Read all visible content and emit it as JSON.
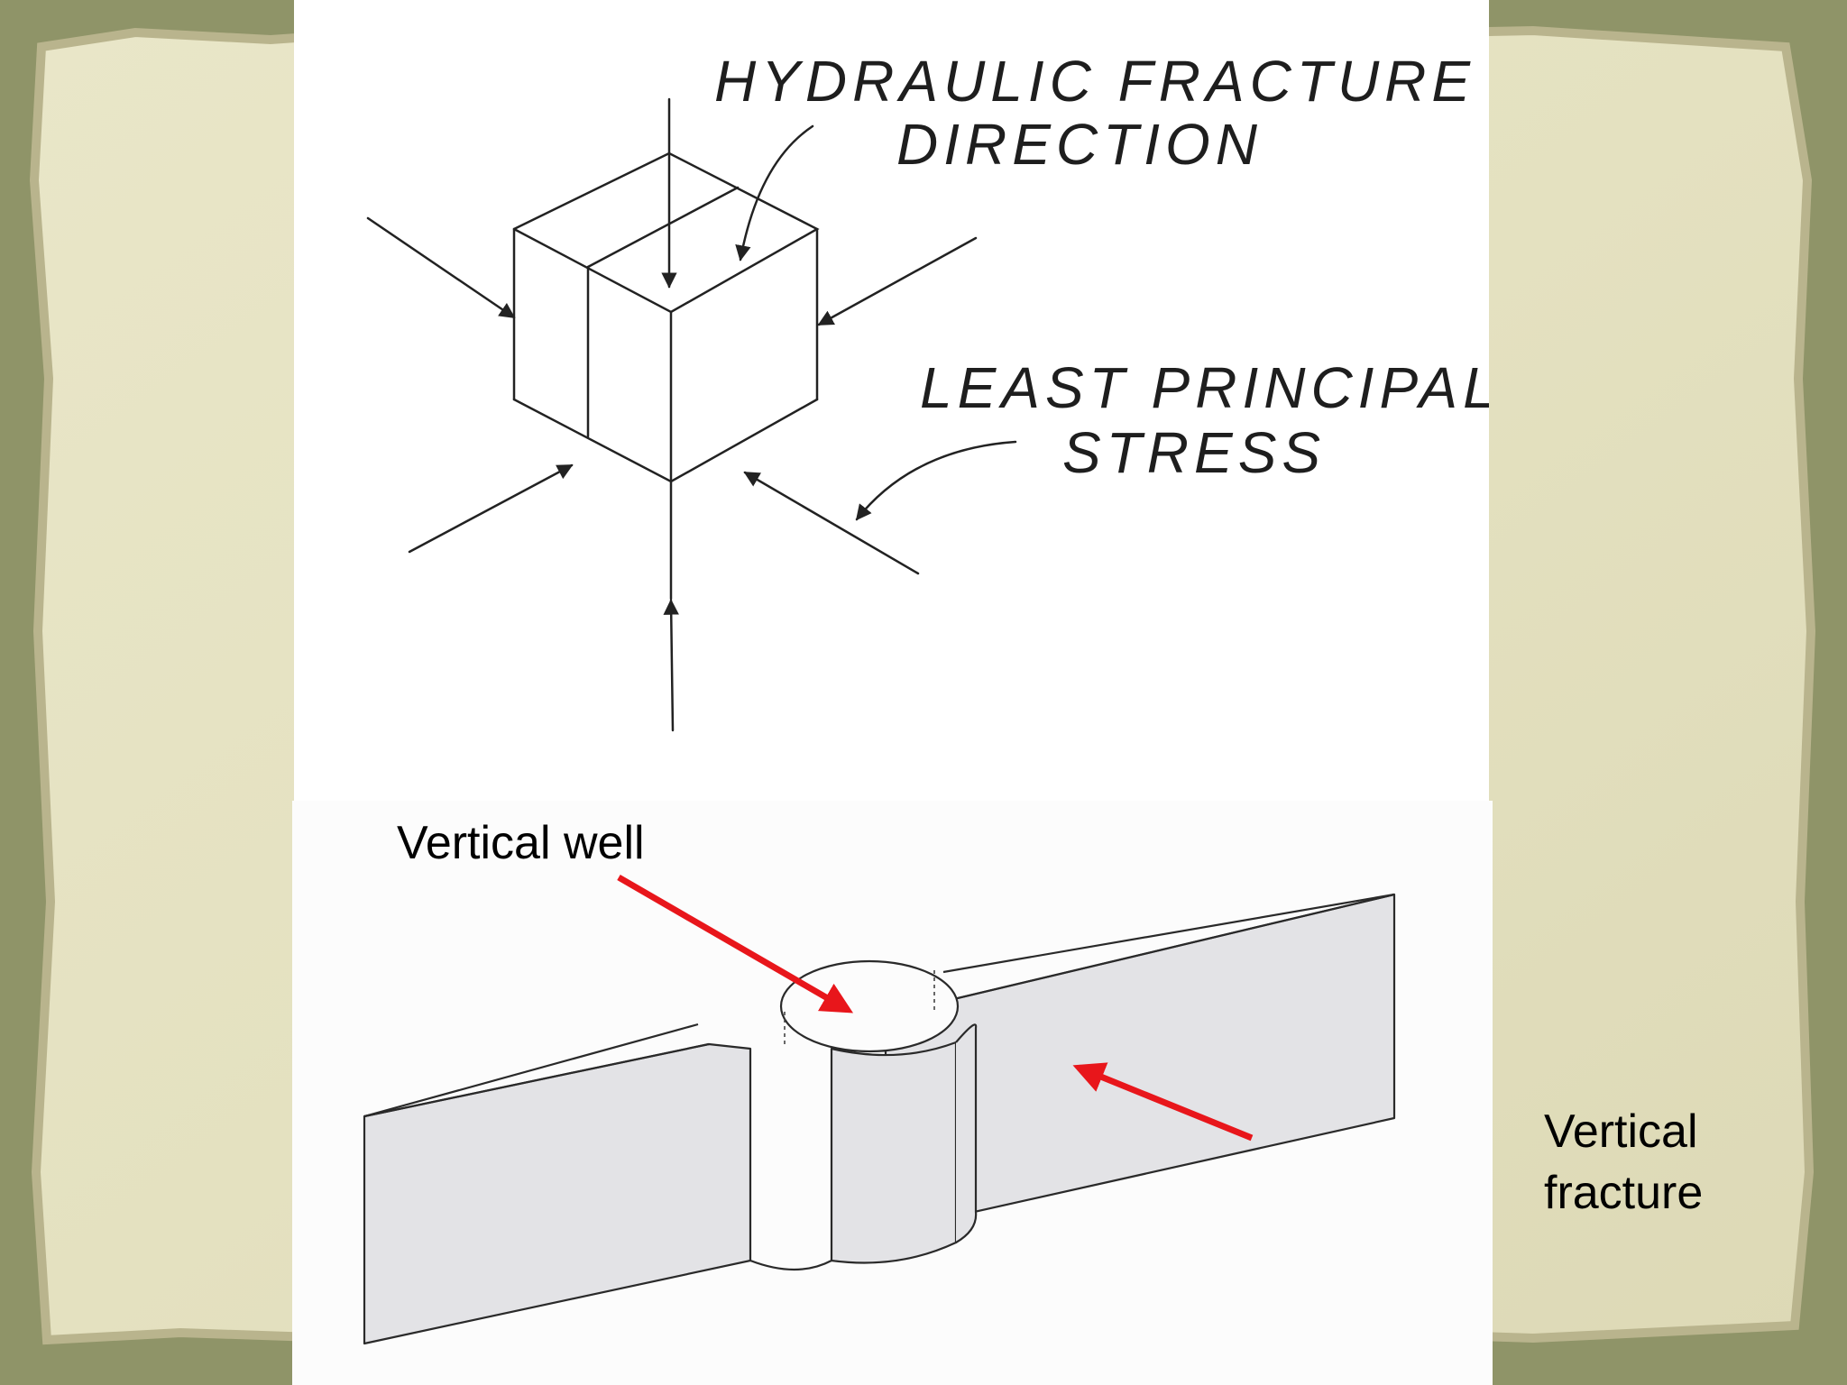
{
  "figure": {
    "top_diagram": {
      "fracture_direction_label": {
        "line1": "HYDRAULIC FRACTURE",
        "line2": "DIRECTION"
      },
      "least_stress_label": {
        "line1": "LEAST PRINCIPAL",
        "line2": "STRESS"
      }
    },
    "bottom_diagram": {
      "well_label": "Vertical well",
      "fracture_label": {
        "line1": "Vertical",
        "line2": "fracture"
      },
      "arrow_color": "#e8161b",
      "fracture_fill": "#e3e3e6"
    }
  },
  "theme": {
    "slide_background": "#8f9468",
    "parchment": "#e7e4c3"
  }
}
